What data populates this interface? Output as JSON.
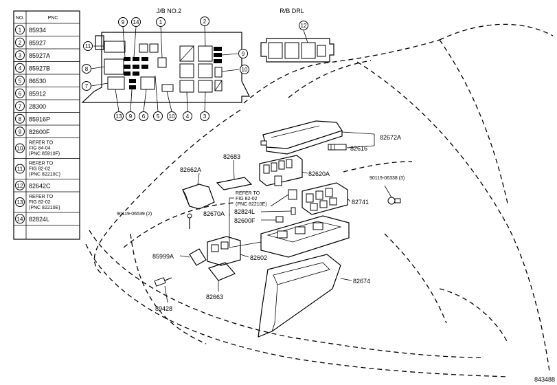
{
  "table": {
    "header_no": "NO.",
    "header_pnc": "PNC",
    "rows": [
      {
        "no": "1",
        "pnc": "85934"
      },
      {
        "no": "2",
        "pnc": "85927"
      },
      {
        "no": "3",
        "pnc": "85927A"
      },
      {
        "no": "4",
        "pnc": "85927B"
      },
      {
        "no": "5",
        "pnc": "86530"
      },
      {
        "no": "6",
        "pnc": "85912"
      },
      {
        "no": "7",
        "pnc": "28300"
      },
      {
        "no": "8",
        "pnc": "85916P"
      },
      {
        "no": "9",
        "pnc": "82600F"
      },
      {
        "no": "10",
        "pnc": "REFER TO\nFIG 84-04\n(PNC 85910F)"
      },
      {
        "no": "11",
        "pnc": "REFER TO\nFIG 82-02\n(PNC 82210C)"
      },
      {
        "no": "12",
        "pnc": "82642C"
      },
      {
        "no": "13",
        "pnc": "REFER TO\nFIG 82-02\n(PNC 82210E)"
      },
      {
        "no": "14",
        "pnc": "82824L"
      }
    ]
  },
  "jb_title": "J/B NO.2",
  "rb_title": "R/B DRL",
  "jb_callouts_top": [
    "9",
    "14",
    "1",
    "2"
  ],
  "jb_callouts_side": [
    "11",
    "8",
    "7",
    "9",
    "10"
  ],
  "jb_callouts_bottom": [
    "13",
    "9",
    "6",
    "5",
    "10",
    "4",
    "3"
  ],
  "rb_callout": "12",
  "parts": {
    "p82672A": "82672A",
    "p82616": "82616",
    "p82683": "82683",
    "p82620A": "82620A",
    "p82662A": "82662A",
    "bolt3": "90119-06338 (3)",
    "refer_note": "REFER TO\nFIG 82-02\n(PNC 82210E)",
    "p82824L": "82824L",
    "p82741": "82741",
    "bolt2": "90119-06539 (2)",
    "p82670A": "82670A",
    "p82600F": "82600F",
    "p85999A": "85999A",
    "p82602": "82602",
    "p82663": "82663",
    "p82674": "82674",
    "p89428": "89428"
  },
  "figure_number": "843488"
}
